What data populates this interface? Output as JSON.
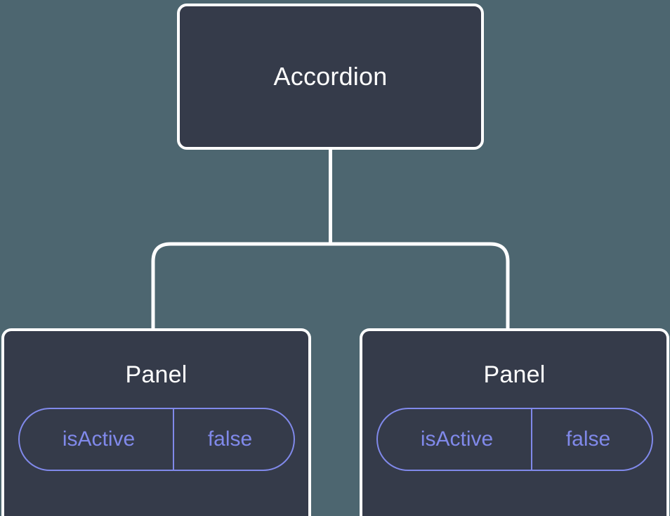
{
  "diagram": {
    "type": "component-tree",
    "background_color": "#4d6670",
    "node_fill_color": "#353b4a",
    "node_border_color": "#ffffff",
    "connector_color": "#ffffff",
    "accent_color": "#8089ea",
    "title_text_color": "#ffffff",
    "root": {
      "label": "Accordion"
    },
    "children": [
      {
        "label": "Panel",
        "state": {
          "key": "isActive",
          "value": "false"
        }
      },
      {
        "label": "Panel",
        "state": {
          "key": "isActive",
          "value": "false"
        }
      }
    ]
  }
}
